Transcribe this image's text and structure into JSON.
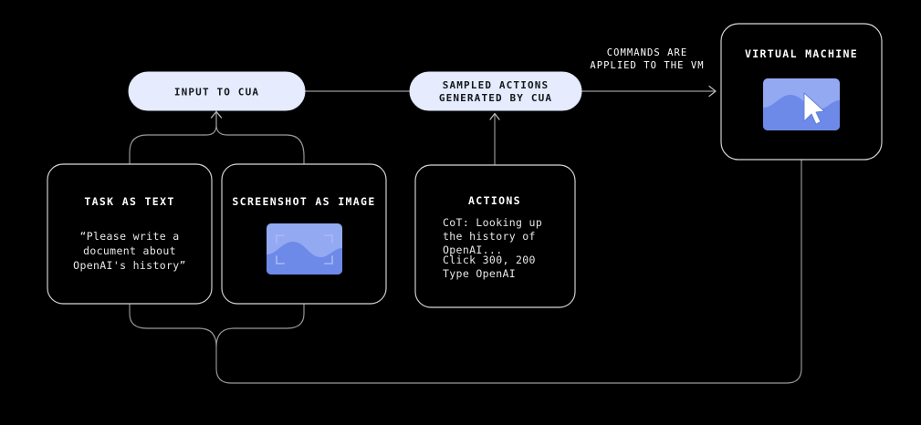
{
  "canvas": {
    "background": "#000000",
    "wire_color": "#9a9a9a",
    "box_border_color": "#d8d8d8",
    "pill_fill": "#e6ecfd",
    "pill_text_color": "#14161c",
    "thumb_blue_light": "#93a9f2",
    "thumb_blue_dark": "#6d8ae8"
  },
  "nodes": {
    "input_pill": {
      "label": "INPUT TO CUA"
    },
    "sampled_pill": {
      "line1": "SAMPLED ACTIONS",
      "line2": "GENERATED BY CUA"
    },
    "vm": {
      "title": "VIRTUAL MACHINE",
      "thumbnail_icon": "desktop-screenshot-with-cursor-icon"
    },
    "task_as_text": {
      "title": "TASK AS TEXT",
      "body": [
        "“Please write a",
        "document about",
        "OpenAI's history”"
      ]
    },
    "screenshot_as_image": {
      "title": "SCREENSHOT AS IMAGE",
      "thumbnail_icon": "screenshot-capture-frame-icon"
    },
    "actions": {
      "title": "ACTIONS",
      "body": [
        "CoT: Looking up",
        "the history of",
        "OpenAI...",
        "Click 300, 200",
        "Type OpenAI"
      ]
    }
  },
  "edges": {
    "commands_to_vm": {
      "line1": "COMMANDS ARE",
      "line2": "APPLIED TO THE VM"
    }
  }
}
